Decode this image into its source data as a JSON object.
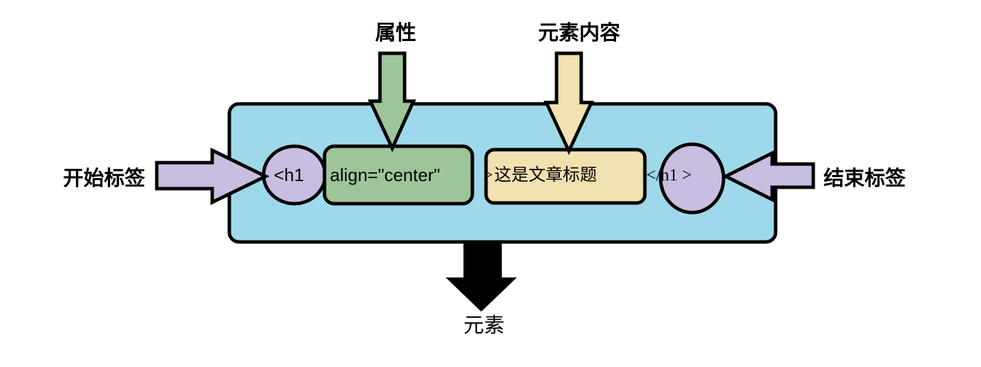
{
  "labels": {
    "attribute": "属性",
    "element_content": "元素内容",
    "start_tag": "开始标签",
    "end_tag": "结束标签",
    "element": "元素"
  },
  "parts": {
    "open_tag": "<h1",
    "attribute_value": "align=\"center\"",
    "content_prefix": ">",
    "content_text": "这是文章标题",
    "close_tag": "</h1 >"
  },
  "colors": {
    "container": "#9dd9ea",
    "attribute": "#9ec59a",
    "content": "#efe1b0",
    "tag": "#c7bee1",
    "output_arrow": "#000000"
  }
}
